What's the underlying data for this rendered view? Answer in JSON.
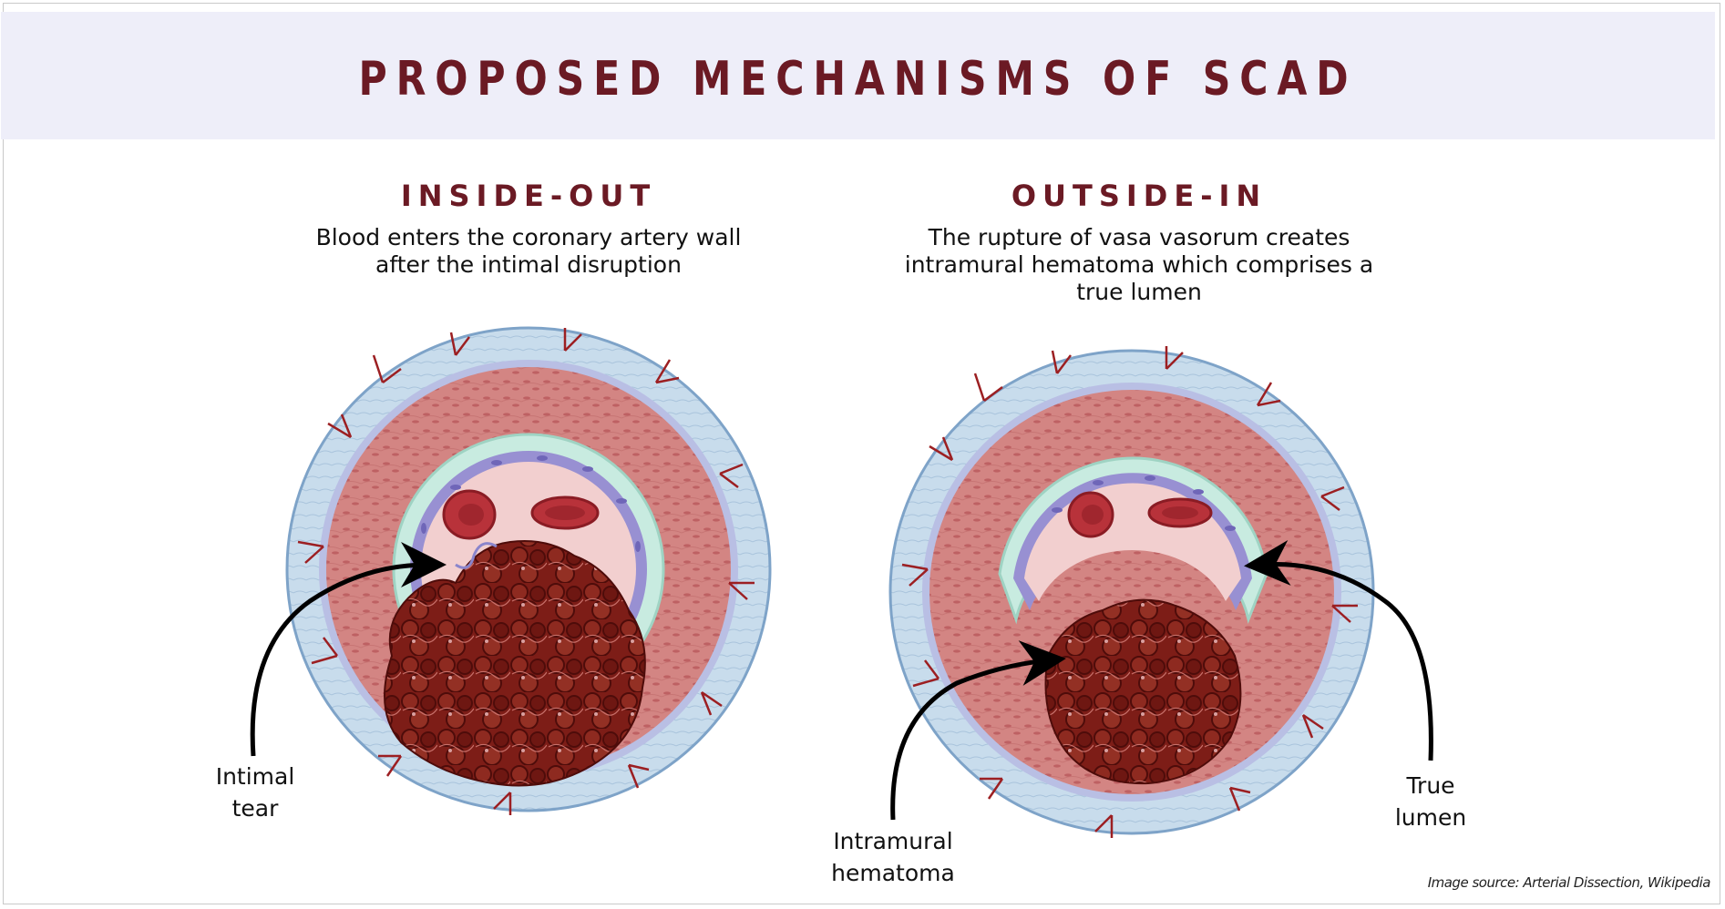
{
  "title": "PROPOSED MECHANISMS OF SCAD",
  "panels": [
    {
      "heading": "INSIDE-OUT",
      "description_lines": [
        "Blood enters the coronary artery wall",
        "after the intimal disruption"
      ],
      "labels": [
        {
          "lines": [
            "Intimal",
            "tear"
          ]
        }
      ]
    },
    {
      "heading": "OUTSIDE-IN",
      "description_lines": [
        "The rupture of vasa vasorum creates",
        "intramural hematoma which comprises a",
        "true lumen"
      ],
      "labels": [
        {
          "lines": [
            "Intramural",
            "hematoma"
          ]
        },
        {
          "lines": [
            "True",
            "lumen"
          ]
        }
      ]
    }
  ],
  "source": "Image source: Arterial Dissection, Wikipedia",
  "colors": {
    "title": "#6b1a24",
    "header_band": "#eeeef9",
    "adventitia": "#c6dcec",
    "media": "#d58a88",
    "intima": "#c8ebe0",
    "lumen": "#f2cfcf",
    "endothelium": "#8a85cc",
    "hematoma": "#7b1c16",
    "vessels": "#9c1f22"
  }
}
